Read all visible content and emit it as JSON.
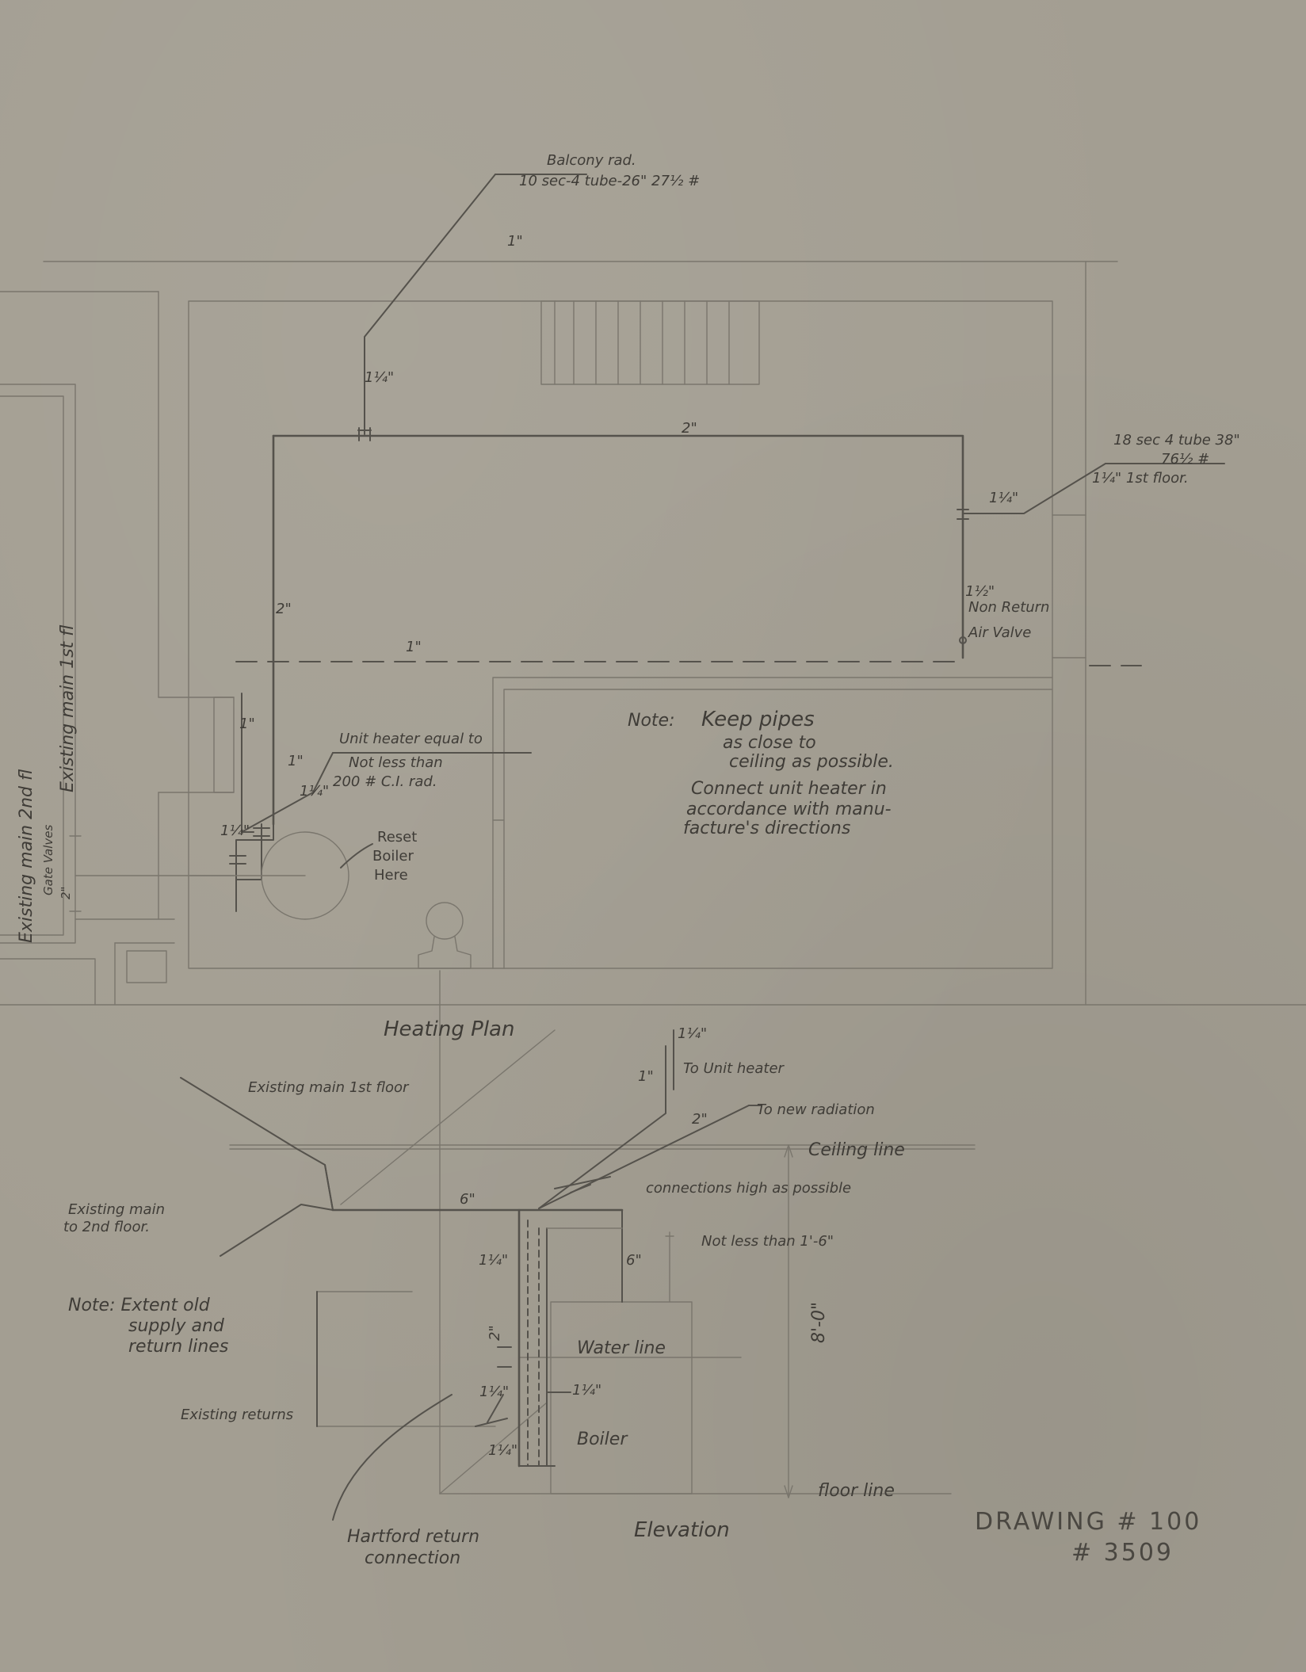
{
  "plan": {
    "title": "Heating Plan",
    "balcony_rad_line1": "Balcony rad.",
    "balcony_rad_line2": "10 sec-4 tube-26\" 27½ #",
    "pipe_1in_top": "1\"",
    "pipe_1_1_4_riser": "1¼\"",
    "pipe_2in_top": "2\"",
    "pipe_2in_left": "2\"",
    "pipe_1in_dashed": "1\"",
    "pipe_1_1_4_right": "1¼\"",
    "pipe_1_1_2_right": "1½\"",
    "rad_right_line1": "18 sec 4 tube 38\"",
    "rad_right_line2": "76½ #",
    "rad_right_line3": "1¼\"  1st floor.",
    "non_return_line1": "Non Return",
    "non_return_line2": "Air Valve",
    "pipe_1in_vertical": "1\"",
    "unit_heater_line1": "Unit heater equal to",
    "unit_heater_line2": "Not less than",
    "unit_heater_line3": "200 # C.I. rad.",
    "unit_heater_1in": "1\"",
    "unit_heater_1_1_4": "1¼\"",
    "pipe_1_1_4_left": "1¼\"",
    "reset_boiler_line1": "Reset",
    "reset_boiler_line2": "Boiler",
    "reset_boiler_line3": "Here",
    "existing_main_1st": "Existing main 1st fl",
    "existing_main_2nd": "Existing main 2nd fl",
    "gate_valves": "Gate Valves",
    "pipe_2in_gate": "2\"",
    "note_label": "Note:",
    "note_line1": "Keep pipes",
    "note_line2": "as close to",
    "note_line3": "ceiling as possible.",
    "note_line4": "Connect unit heater in",
    "note_line5": "accordance with manu-",
    "note_line6": "facture's directions"
  },
  "elevation": {
    "title": "Elevation",
    "pipe_1_1_4_top": "1¼\"",
    "pipe_1in_top": "1\"",
    "to_unit_heater": "To Unit heater",
    "to_new_radiation": "To new radiation",
    "pipe_2in": "2\"",
    "existing_main_1st_floor": "Existing main 1st floor",
    "ceiling_line": "Ceiling line",
    "connections_high": "connections high as possible",
    "pipe_6in_horizontal": "6\"",
    "existing_main_2nd_line1": "Existing main",
    "existing_main_2nd_line2": "to 2nd floor.",
    "pipe_6in_vertical": "6\"",
    "not_less_than": "Not less than 1'-6\"",
    "height_8ft": "8'-0\"",
    "note_line1": "Note: Extent old",
    "note_line2": "supply and",
    "note_line3": "return lines",
    "pipe_1_1_4_a": "1¼\"",
    "pipe_2in_b": "2\"",
    "water_line": "Water line",
    "pipe_1_1_4_b": "1¼\"",
    "pipe_1_1_4_c": "1¼\"",
    "existing_returns": "Existing returns",
    "boiler": "Boiler",
    "pipe_1_1_4_d": "1¼\"",
    "floor_line": "floor line",
    "hartford_line1": "Hartford return",
    "hartford_line2": "connection"
  },
  "drawing_number": {
    "line1": "DRAWING # 100",
    "line2": "# 3509"
  }
}
